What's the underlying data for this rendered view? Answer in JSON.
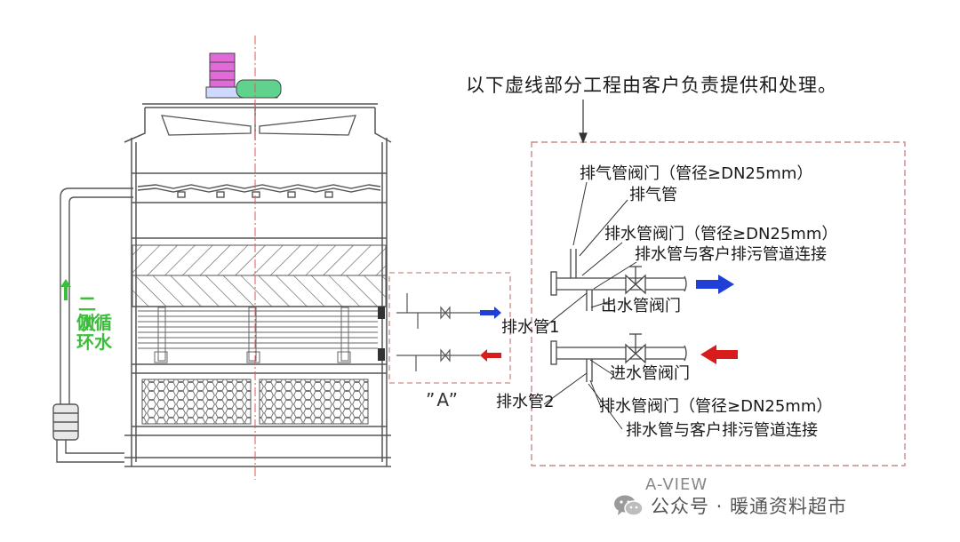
{
  "top_note": "以下虚线部分工程由客户负责提供和处理。",
  "left_vertical_label": [
    "二次",
    "侧循",
    "环水"
  ],
  "detail_marker": "”A”",
  "view_label": "A-VIEW",
  "detail_labels": {
    "vent_valve": "排气管阀门（管径≥DN25mm）",
    "vent_pipe": "排气管",
    "drain_valve_top": "排水管阀门（管径≥DN25mm）",
    "drain_connect_top": "排水管与客户排污管道连接",
    "outlet_valve": "出水管阀门",
    "drain_pipe_1": "排水管1",
    "inlet_valve": "进水管阀门",
    "drain_pipe_2": "排水管2",
    "drain_valve_bottom": "排水管阀门（管径≥DN25mm）",
    "drain_connect_bottom": "排水管与客户排污管道连接"
  },
  "watermark": "公众号 · 暖通资料超市",
  "colors": {
    "outlet_arrow": "#1f3fd6",
    "inlet_arrow": "#d81b1b",
    "dashed_box": "#c98a8a",
    "green_text": "#3bbf3b",
    "motor": "#e06ad8",
    "fan_housing": "#5fd28e"
  },
  "icons": [
    "wechat-logo-icon",
    "up-arrow-icon",
    "valve-icon"
  ]
}
